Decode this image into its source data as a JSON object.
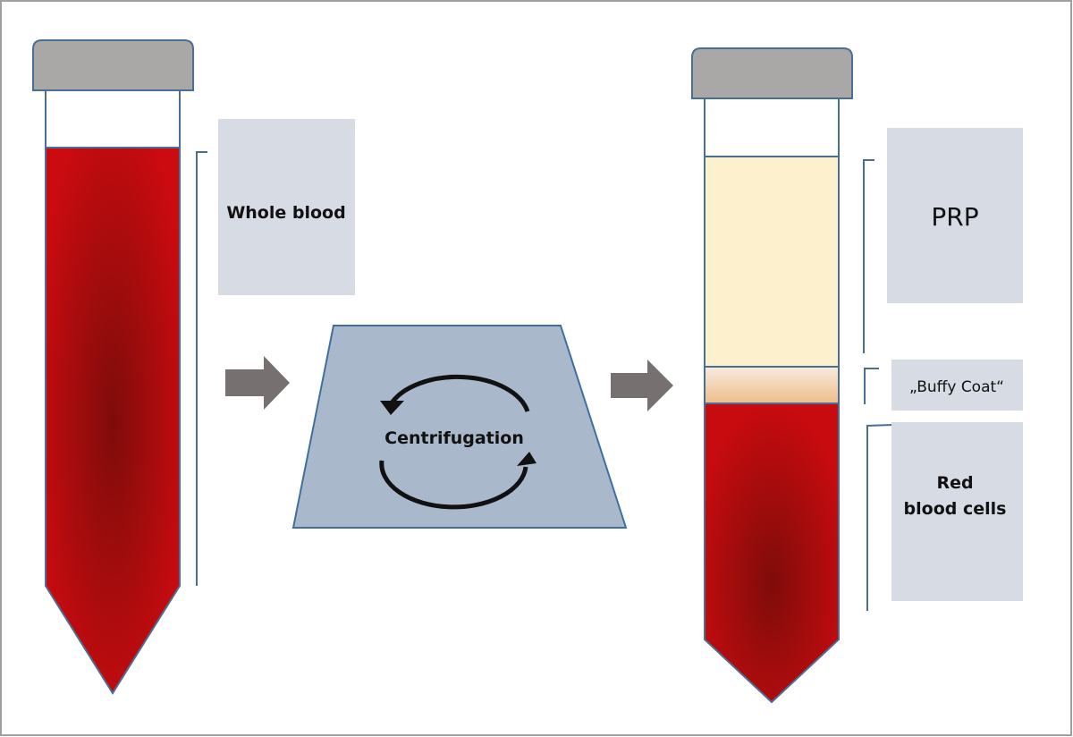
{
  "labels": {
    "whole_blood": "Whole blood",
    "centrifugation": "Centrifugation",
    "prp": "PRP",
    "buffy_coat": "„Buffy Coat“",
    "red_blood_cells_line1": "Red",
    "red_blood_cells_line2": "blood cells"
  },
  "colors": {
    "blood": "#c00a0e",
    "blood_dark": "#7e0c0a",
    "plasma": "#fdf0cd",
    "buffy": "#efc49a",
    "cap": "#aaa7a7",
    "outline": "#4a6f96",
    "label_box": "#d6dbe4",
    "centrifuge": "#aab8cb",
    "arrow": "#767070"
  }
}
